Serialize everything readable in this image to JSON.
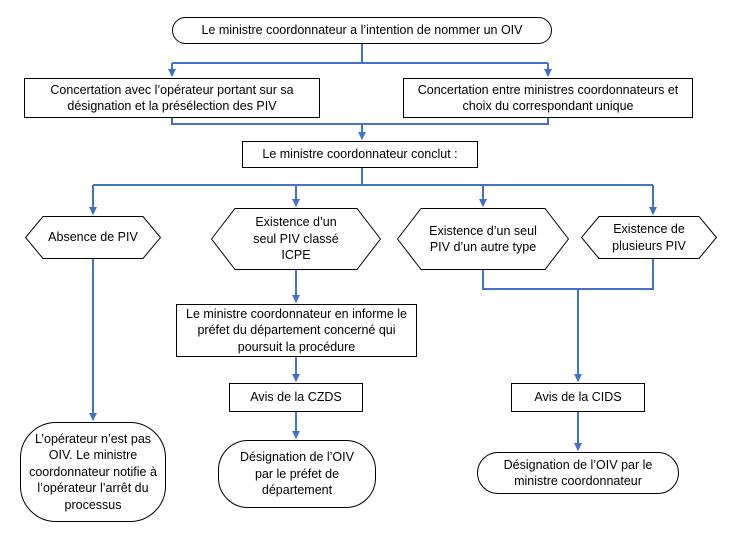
{
  "nodes": {
    "intent": "Le ministre coordonnateur a l’intention de nommer un OIV",
    "concertation_operateur": "Concertation avec l’opérateur  portant sur sa désignation et  la présélection des PIV",
    "concertation_ministres": "Concertation entre ministres coordonnateurs et choix du correspondant unique",
    "conclut": "Le ministre coordonnateur conclut :",
    "absence_piv": "Absence de PIV",
    "seul_piv_icpe": "Existence d’un seul PIV classé ICPE",
    "seul_piv_autre": "Existence d’un seul PIV d’un autre type",
    "plusieurs_piv": "Existence de plusieurs PIV",
    "informe_prefet": "Le ministre coordonnateur en informe le préfet du département concerné qui poursuit la procédure",
    "avis_czds": "Avis de la CZDS",
    "avis_cids": "Avis de la CIDS",
    "operateur_pas_oiv": "L’opérateur n’est pas OIV. Le ministre coordonnateur notifie à l’opérateur l’arrêt du processus",
    "designation_prefet": "Désignation de l’OIV par le préfet de département",
    "designation_ministre": "Désignation de l’OIV par le ministre coordonnateur"
  },
  "colors": {
    "connector": "#4472c4",
    "border": "#000000",
    "text": "#000000"
  }
}
